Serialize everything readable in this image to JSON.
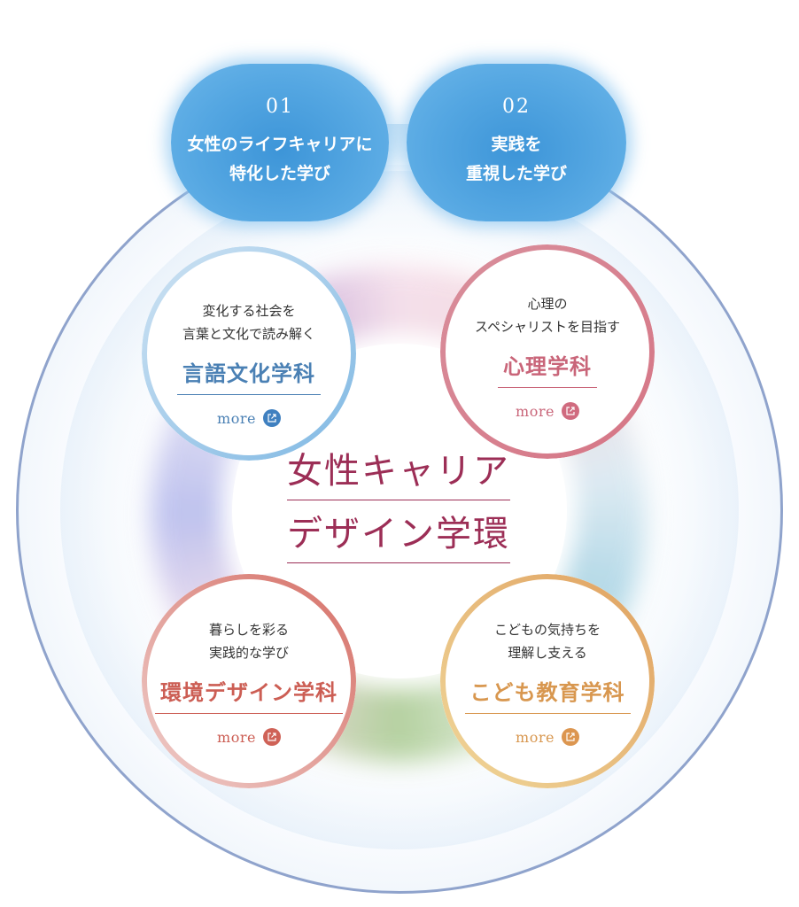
{
  "pillars": [
    {
      "number": "01",
      "text": "女性のライフキャリアに\n特化した学び"
    },
    {
      "number": "02",
      "text": "実践を\n重視した学び"
    }
  ],
  "center": {
    "line1": "女性キャリア",
    "line2": "デザイン学環"
  },
  "departments": {
    "language": {
      "tagline": "変化する社会を\n言葉と文化で読み解く",
      "name": "言語文化学科",
      "more": "more"
    },
    "psychology": {
      "tagline": "心理の\nスペシャリストを目指す",
      "name": "心理学科",
      "more": "more"
    },
    "environment": {
      "tagline": "暮らしを彩る\n実践的な学び",
      "name": "環境デザイン学科",
      "more": "more"
    },
    "children": {
      "tagline": "こどもの気持ちを\n理解し支える",
      "name": "こども教育学科",
      "more": "more"
    }
  },
  "colors": {
    "pill_blue": "#55a7e2",
    "center_title": "#9c2e56",
    "language": "#4a80b4",
    "psychology": "#c96579",
    "environment": "#cc5e54",
    "children": "#d8974f"
  },
  "icons": {
    "more_link": "external-link-icon"
  }
}
